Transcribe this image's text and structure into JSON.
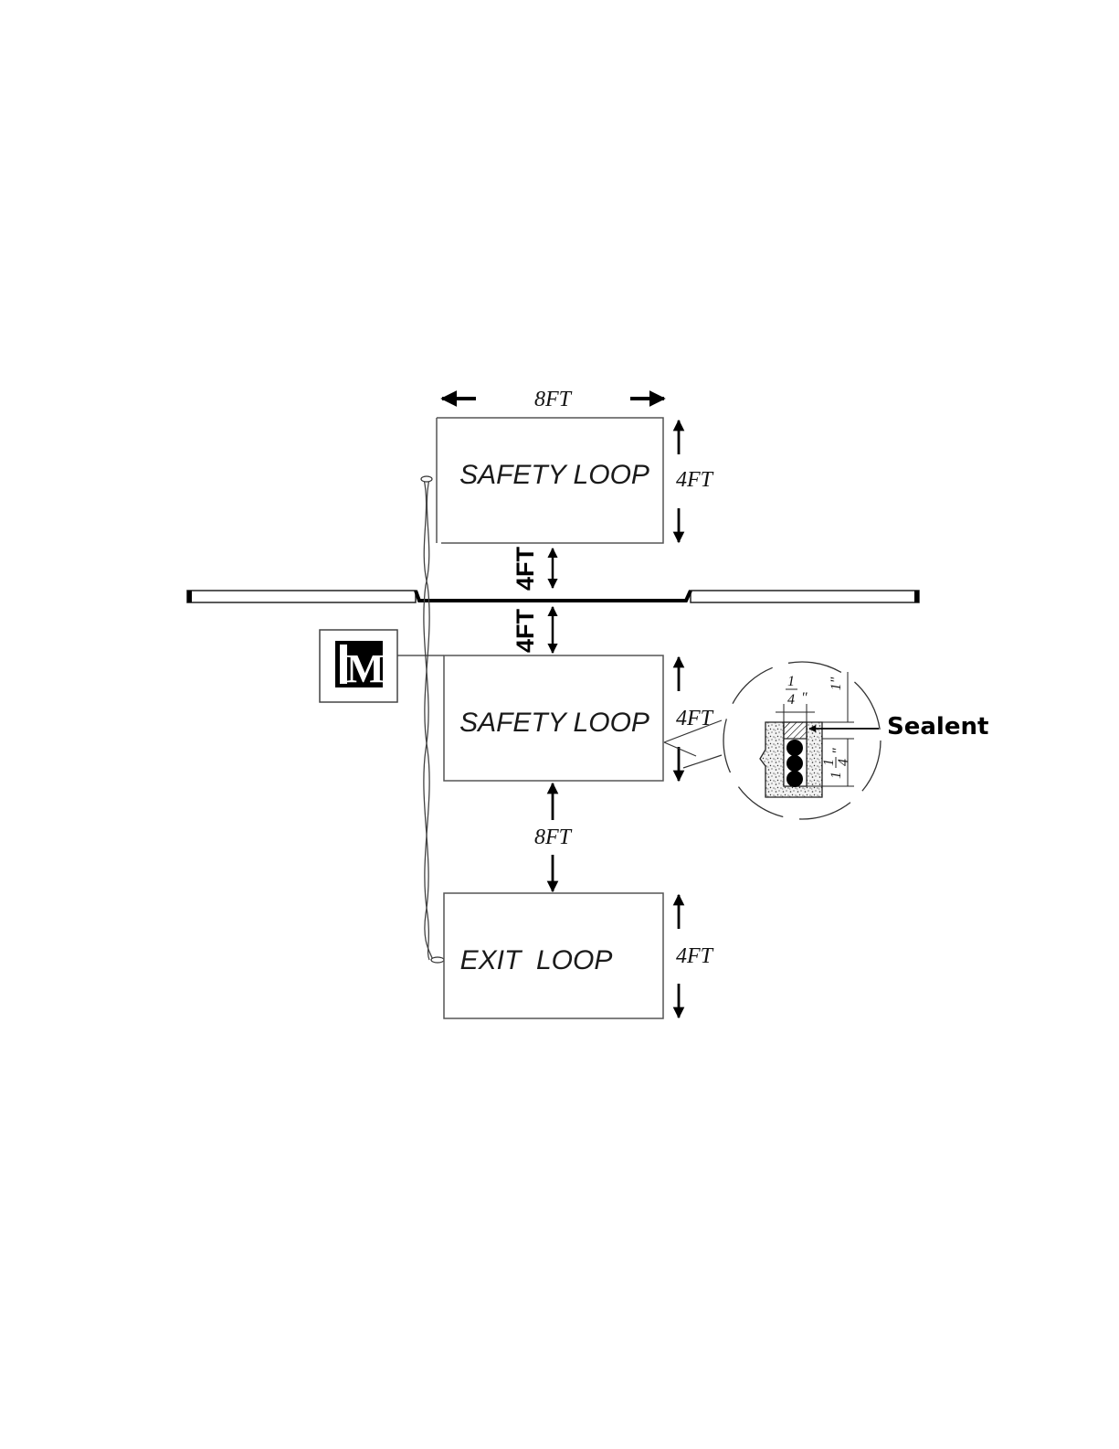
{
  "diagram": {
    "loops": [
      {
        "label": "SAFETY LOOP"
      },
      {
        "label": "SAFETY LOOP"
      },
      {
        "label": "EXIT  LOOP"
      }
    ],
    "dimensions": {
      "top_width": "8FT",
      "loop_height_1": "4FT",
      "loop_height_2": "4FT",
      "loop_height_3": "4FT",
      "gap_above_gate": "4FT",
      "gap_below_gate": "4FT",
      "loop_spacing": "8FT"
    },
    "detail": {
      "callout": "Sealent",
      "width_num": "1",
      "width_den": "4",
      "width_unit": "\"",
      "depth": "1\"",
      "slot_whole": "1",
      "slot_num": "1",
      "slot_den": "4",
      "slot_unit": "\""
    },
    "operator_logo": {
      "letter": "M"
    }
  }
}
